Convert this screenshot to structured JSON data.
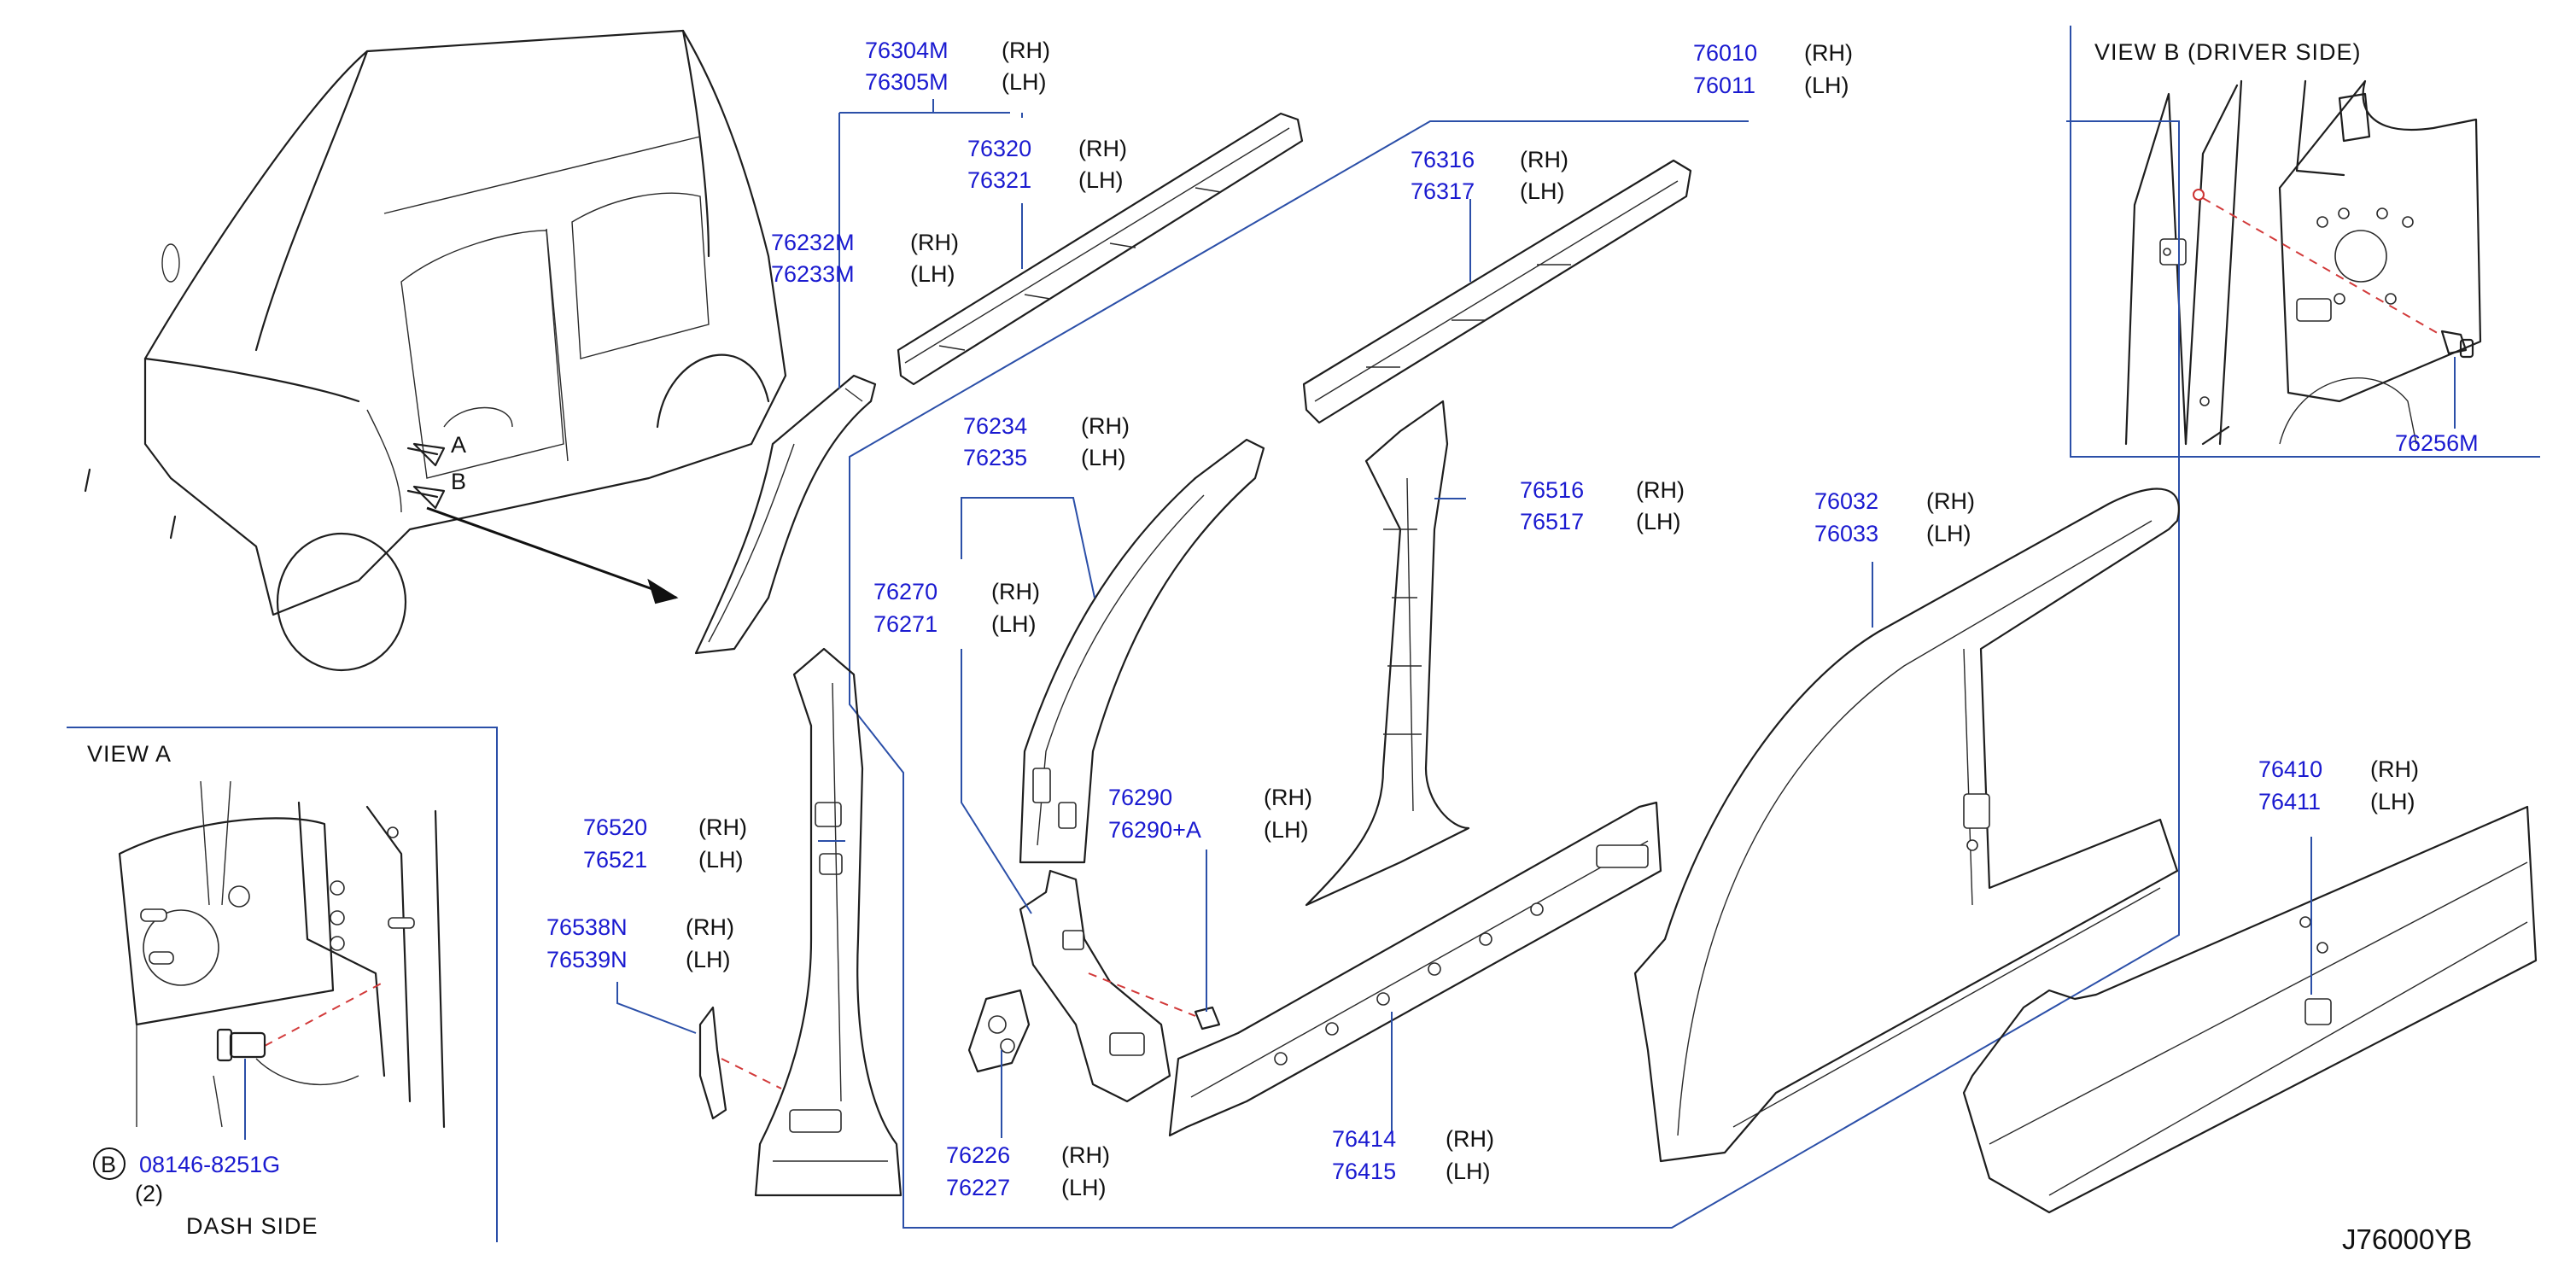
{
  "diagram_code": "J76000YB",
  "view_a": {
    "title": "VIEW   A",
    "circle_letter": "B",
    "part_number": "08146-8251G",
    "quantity": "(2)",
    "caption": "DASH   SIDE"
  },
  "view_b": {
    "title": "VIEW   B   (DRIVER   SIDE)",
    "part_number": "76256M"
  },
  "arrow_labels": {
    "a": "A",
    "b": "B"
  },
  "callouts": [
    {
      "rh": "76304M",
      "lh": "76305M",
      "rh_side": "(RH)",
      "lh_side": "(LH)"
    },
    {
      "rh": "76320",
      "lh": "76321",
      "rh_side": "(RH)",
      "lh_side": "(LH)"
    },
    {
      "rh": "76232M",
      "lh": "76233M",
      "rh_side": "(RH)",
      "lh_side": "(LH)"
    },
    {
      "rh": "76010",
      "lh": "76011",
      "rh_side": "(RH)",
      "lh_side": "(LH)"
    },
    {
      "rh": "76316",
      "lh": "76317",
      "rh_side": "(RH)",
      "lh_side": "(LH)"
    },
    {
      "rh": "76234",
      "lh": "76235",
      "rh_side": "(RH)",
      "lh_side": "(LH)"
    },
    {
      "rh": "76270",
      "lh": "76271",
      "rh_side": "(RH)",
      "lh_side": "(LH)"
    },
    {
      "rh": "76516",
      "lh": "76517",
      "rh_side": "(RH)",
      "lh_side": "(LH)"
    },
    {
      "rh": "76032",
      "lh": "76033",
      "rh_side": "(RH)",
      "lh_side": "(LH)"
    },
    {
      "rh": "76290",
      "lh": "76290+A",
      "rh_side": "(RH)",
      "lh_side": "(LH)"
    },
    {
      "rh": "76520",
      "lh": "76521",
      "rh_side": "(RH)",
      "lh_side": "(LH)"
    },
    {
      "rh": "76538N",
      "lh": "76539N",
      "rh_side": "(RH)",
      "lh_side": "(LH)"
    },
    {
      "rh": "76226",
      "lh": "76227",
      "rh_side": "(RH)",
      "lh_side": "(LH)"
    },
    {
      "rh": "76414",
      "lh": "76415",
      "rh_side": "(RH)",
      "lh_side": "(LH)"
    },
    {
      "rh": "76410",
      "lh": "76411",
      "rh_side": "(RH)",
      "lh_side": "(LH)"
    }
  ]
}
